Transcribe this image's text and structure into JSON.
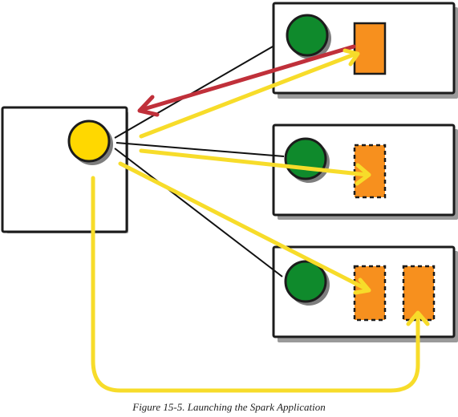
{
  "caption": "Figure 15-5. Launching the Spark Application",
  "colors": {
    "box_stroke": "#1c1c1c",
    "shadow": "#9a9a9a",
    "driver_dot": "#ffd800",
    "executor_dot": "#0f8a2c",
    "task": "#f7901e",
    "yellow_arrow": "#f7dc2a",
    "red_arrow": "#c0303a",
    "link_line": "#111111"
  },
  "diagram": {
    "driver_node": {
      "shape": "box",
      "has_dot": true
    },
    "worker_nodes": [
      {
        "executor": true,
        "tasks": [
          "solid"
        ]
      },
      {
        "executor": true,
        "tasks": [
          "dashed"
        ]
      },
      {
        "executor": true,
        "tasks": [
          "dashed",
          "dashed"
        ]
      }
    ],
    "arrows": [
      {
        "type": "yellow",
        "from": "driver",
        "to": "worker-1-task-1"
      },
      {
        "type": "red",
        "from": "worker-1-task-1",
        "to": "driver"
      },
      {
        "type": "yellow",
        "from": "driver",
        "to": "worker-2-task-1"
      },
      {
        "type": "yellow",
        "from": "driver",
        "to": "worker-3-task-1"
      },
      {
        "type": "yellow",
        "from": "driver",
        "to": "worker-3-task-2"
      }
    ]
  }
}
